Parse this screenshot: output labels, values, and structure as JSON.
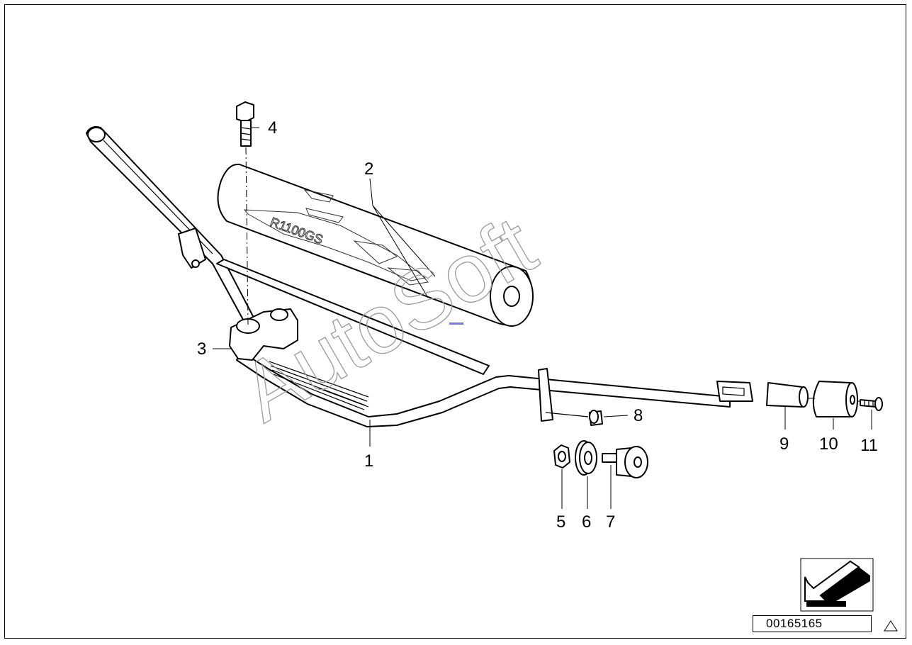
{
  "diagram": {
    "callouts": [
      {
        "id": "1",
        "text": "1"
      },
      {
        "id": "2",
        "text": "2"
      },
      {
        "id": "3",
        "text": "3"
      },
      {
        "id": "4",
        "text": "4"
      },
      {
        "id": "5",
        "text": "5"
      },
      {
        "id": "6",
        "text": "6"
      },
      {
        "id": "7",
        "text": "7"
      },
      {
        "id": "8",
        "text": "8"
      },
      {
        "id": "9",
        "text": "9"
      },
      {
        "id": "10",
        "text": "10"
      },
      {
        "id": "11",
        "text": "11"
      }
    ],
    "pad_logo": "R1100GS",
    "watermark": "AutoSoft",
    "document_number": "00165165",
    "icons": [
      "direction-arrow-icon",
      "warning-triangle-icon"
    ]
  }
}
